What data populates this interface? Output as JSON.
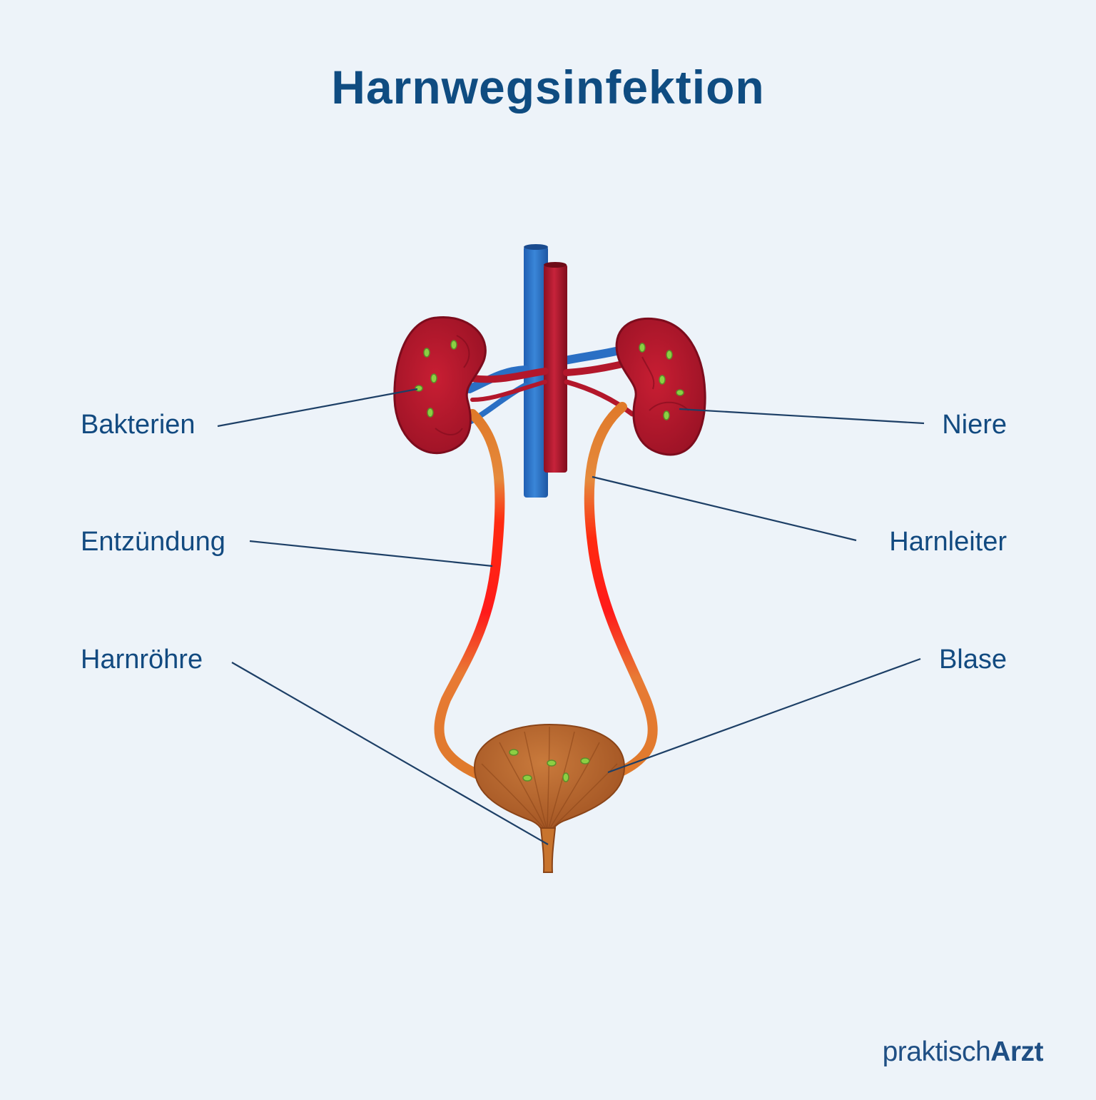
{
  "title": "Harnwegsinfektion",
  "labels": {
    "bakterien": "Bakterien",
    "entzuendung": "Entzündung",
    "harnroehre": "Harnröhre",
    "niere": "Niere",
    "harnleiter": "Harnleiter",
    "blase": "Blase"
  },
  "brand": {
    "light": "praktisch",
    "bold": "Arzt"
  },
  "colors": {
    "background": "#edf3f9",
    "title": "#0f4c81",
    "vein": "#2a6fc4",
    "artery": "#a8152b",
    "kidney": "#b3172b",
    "ureter": "#e07a2a",
    "inflammation": "#ff1a1a",
    "bladder": "#b8642a",
    "bacteria": "#8ccf43"
  }
}
